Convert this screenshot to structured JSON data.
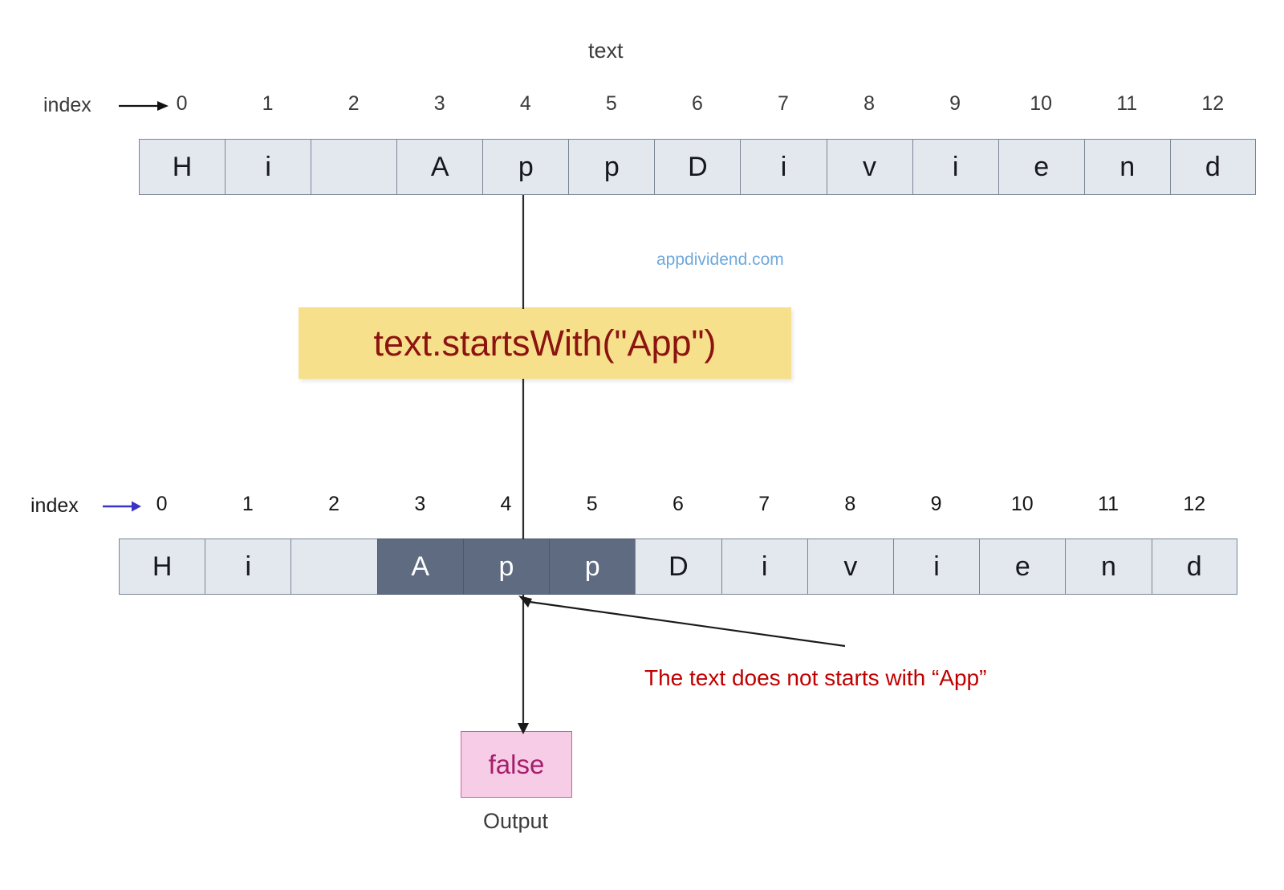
{
  "diagram": {
    "title": "text",
    "watermark": "appdividend.com",
    "code_expression": "text.startsWith(\"App\")",
    "annotation": "The text does not starts with “App”",
    "output_value": "false",
    "output_label": "Output",
    "colors": {
      "cell_fill": "#e3e8ee",
      "cell_border": "#7b8494",
      "highlight_fill": "#5f6b81",
      "highlight_text": "#ffffff",
      "code_box_fill": "#f7e08c",
      "code_text": "#8c1410",
      "annotation_text": "#c00000",
      "output_fill": "#f7cce6",
      "output_border": "#cf5fa3",
      "output_text": "#a61e6b",
      "watermark_text": "#6fa8dc",
      "arrow_top": "#111111",
      "arrow_bottom": "#3a33c8"
    },
    "rows": [
      {
        "id": "input-row",
        "index_label": "index",
        "arrow_icon": "right-arrow-icon",
        "indices": [
          "0",
          "1",
          "2",
          "3",
          "4",
          "5",
          "6",
          "7",
          "8",
          "9",
          "10",
          "11",
          "12"
        ],
        "chars": [
          "H",
          "i",
          " ",
          "A",
          "p",
          "p",
          "D",
          "i",
          "v",
          "i",
          "e",
          "n",
          "d"
        ],
        "highlighted": []
      },
      {
        "id": "result-row",
        "index_label": "index",
        "arrow_icon": "right-arrow-icon",
        "indices": [
          "0",
          "1",
          "2",
          "3",
          "4",
          "5",
          "6",
          "7",
          "8",
          "9",
          "10",
          "11",
          "12"
        ],
        "chars": [
          "H",
          "i",
          " ",
          "A",
          "p",
          "p",
          "D",
          "i",
          "v",
          "i",
          "e",
          "n",
          "d"
        ],
        "highlighted": [
          3,
          4,
          5
        ]
      }
    ]
  }
}
